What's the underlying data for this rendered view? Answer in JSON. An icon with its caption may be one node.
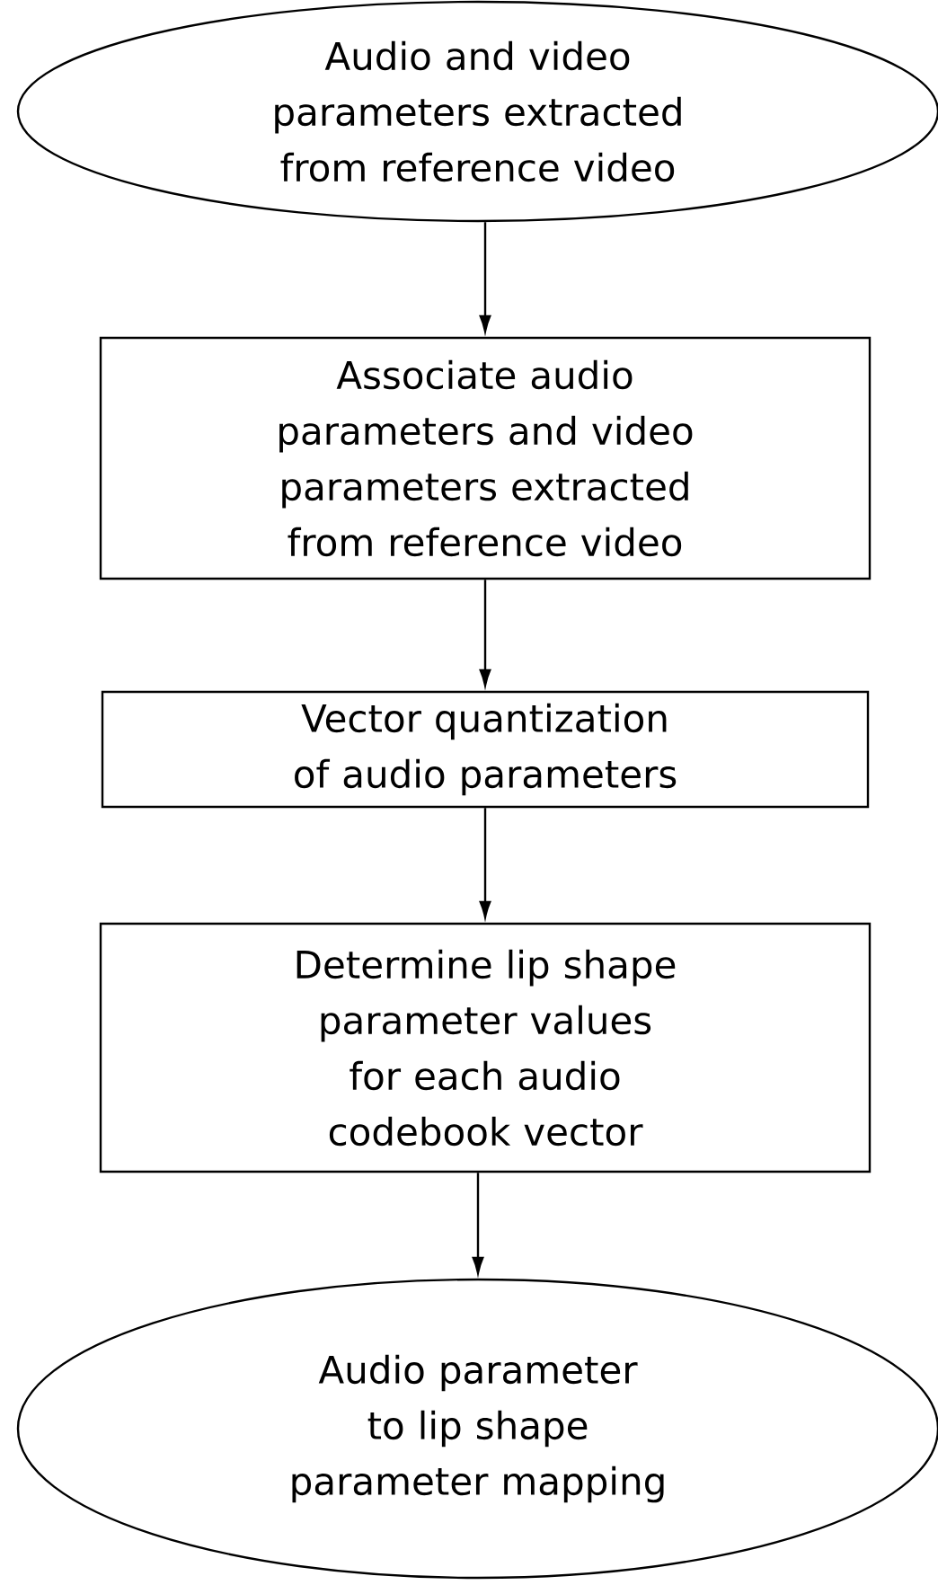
{
  "diagram": {
    "nodes": [
      {
        "text": [
          "Audio and video parameters extracted from reference video"
        ]
      },
      {
        "text": [
          "Associate audio parameters and video parameters extracted from reference video"
        ]
      },
      {
        "text": [
          "Vector quantization of audio parameters"
        ]
      },
      {
        "text": [
          "Determine lip shape parameter values for each audio codebook vector"
        ]
      },
      {
        "text": [
          "Audio parameter to lip shape parameter mapping"
        ]
      }
    ],
    "edges": [
      {
        "from": 0,
        "to": 1,
        "arrow": "to"
      },
      {
        "from": 1,
        "to": 2,
        "arrow": "to"
      },
      {
        "from": 2,
        "to": 3,
        "arrow": "to"
      },
      {
        "from": 3,
        "to": 4,
        "arrow": "to"
      }
    ]
  }
}
